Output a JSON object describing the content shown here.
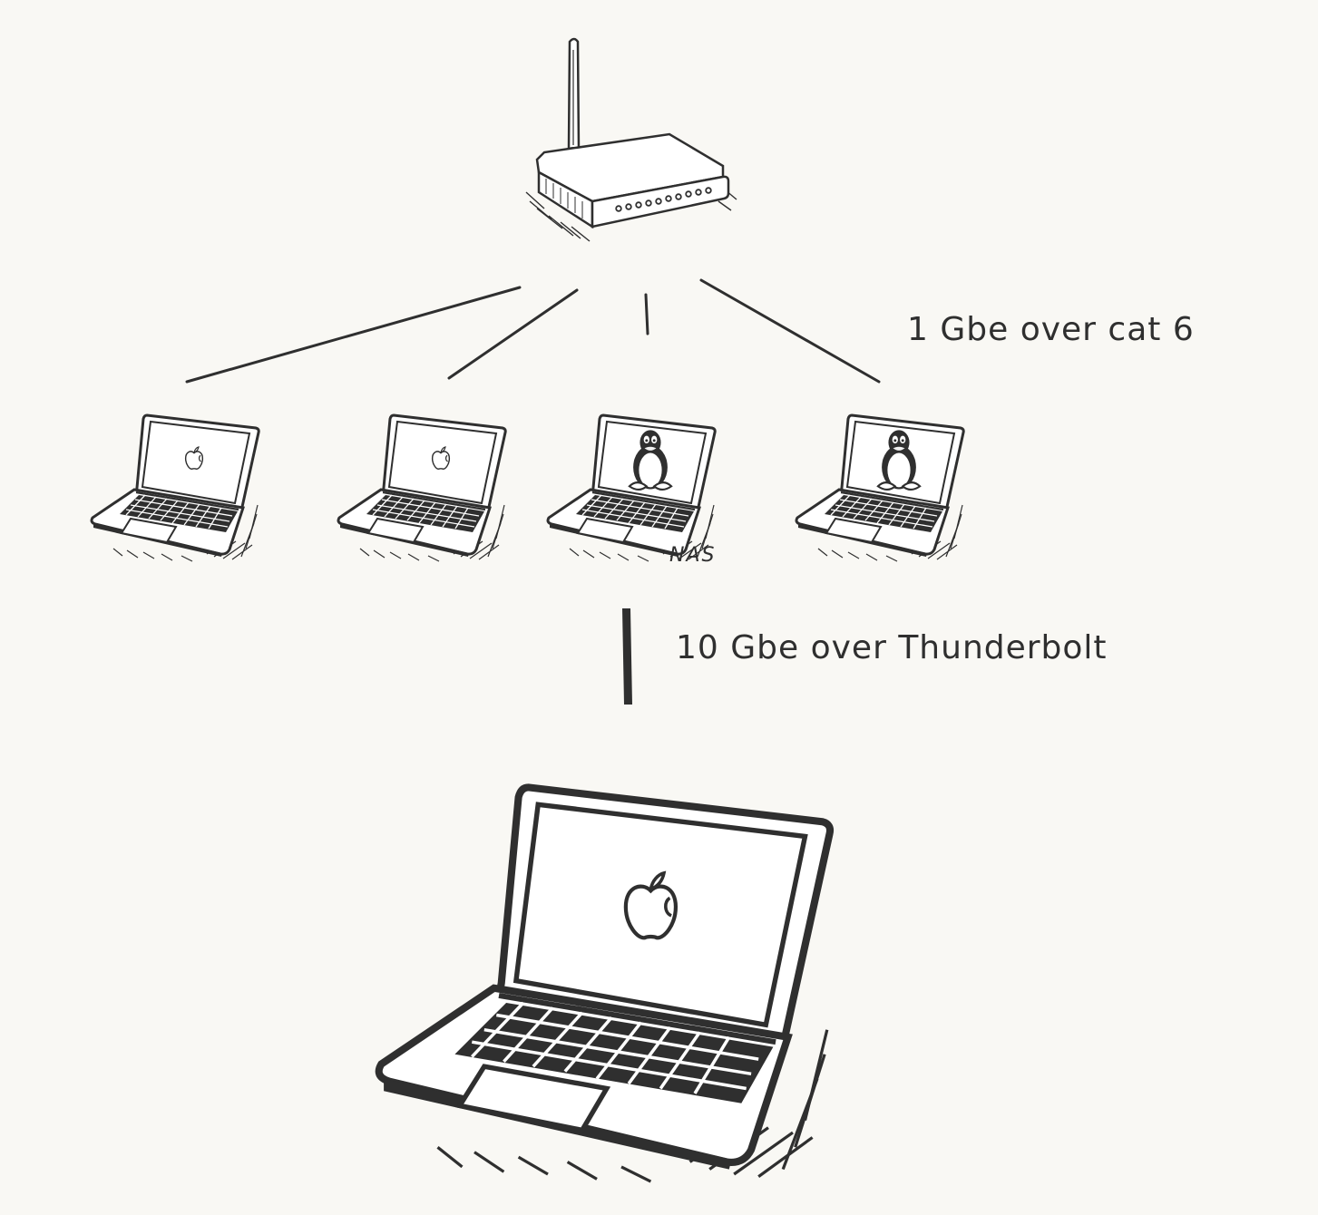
{
  "labels": {
    "lan_link": "1 Gbe over cat 6",
    "thunderbolt_link": "10 Gbe over Thunderbolt",
    "nas": "NAS"
  },
  "nodes": {
    "router": {
      "icon": "router-icon"
    },
    "laptops": [
      {
        "os_icon": "apple-logo-icon"
      },
      {
        "os_icon": "apple-logo-icon"
      },
      {
        "os_icon": "linux-tux-icon"
      },
      {
        "os_icon": "linux-tux-icon"
      }
    ],
    "main_laptop": {
      "os_icon": "apple-logo-icon"
    }
  },
  "colors": {
    "ink": "#2f2f2f",
    "paper": "#f9f8f4",
    "screen": "#ffffff"
  }
}
